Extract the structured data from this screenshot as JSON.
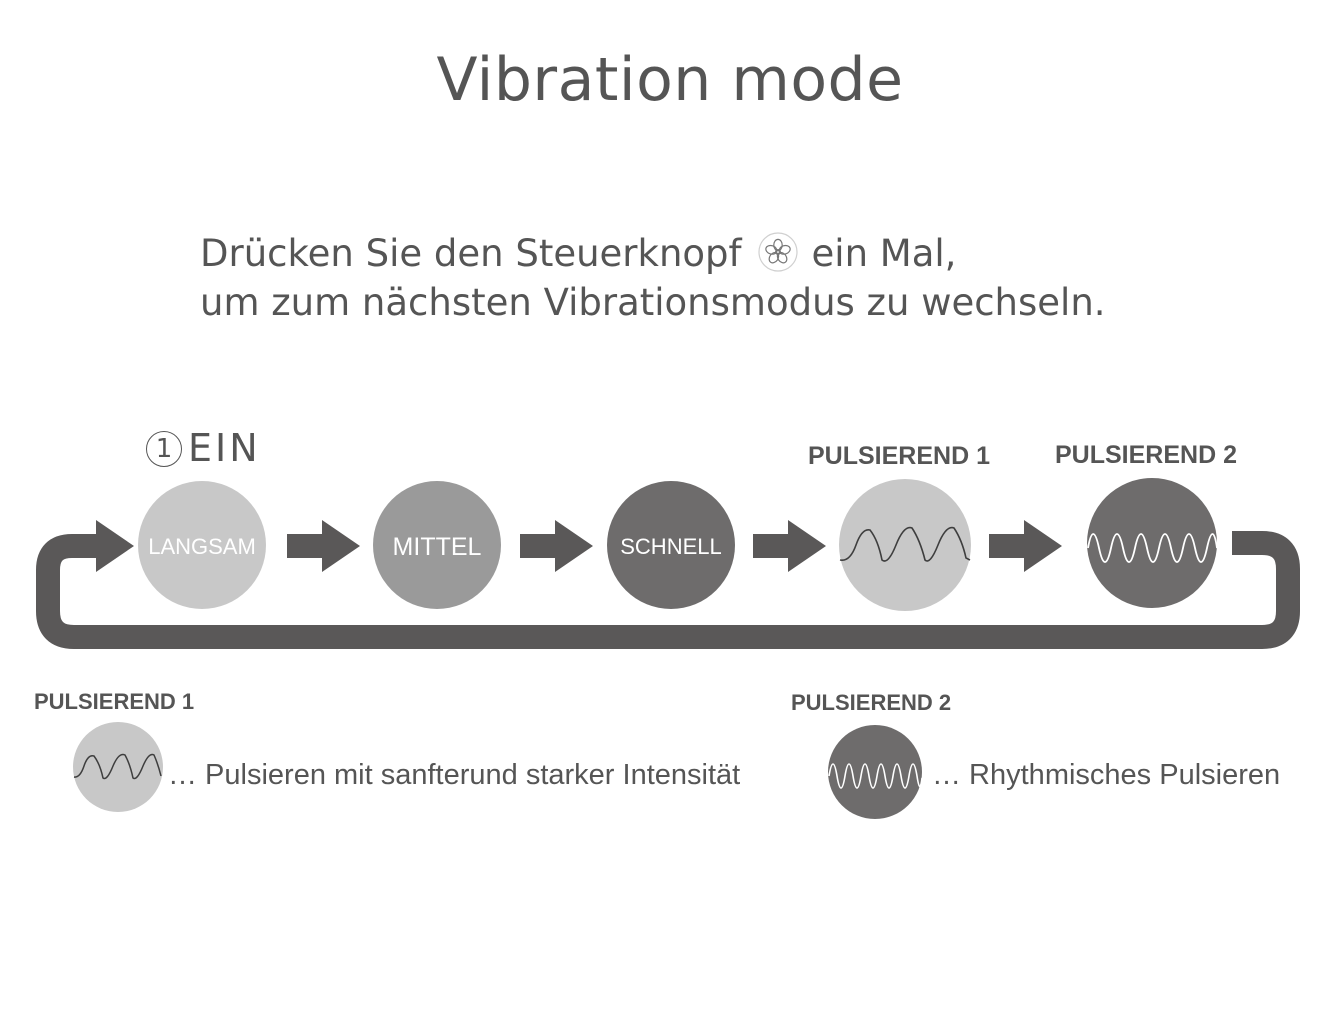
{
  "title": "Vibration mode",
  "instruction": {
    "line1_before": "Drücken Sie den Steuerknopf",
    "line1_after": "ein Mal,",
    "line2": "um zum nächsten Vibrationsmodus zu wechseln.",
    "button_icon": "flower-button-icon"
  },
  "start_label": {
    "number": "1",
    "text": "EIN"
  },
  "modes": [
    {
      "label": "LANGSAM",
      "color": "#c8c8c8"
    },
    {
      "label": "MITTEL",
      "color": "#9a9a9a"
    },
    {
      "label": "SCHNELL",
      "color": "#6e6c6c"
    },
    {
      "label": "PULSIEREND 1",
      "color": "#c8c8c8",
      "icon": "sawtooth-wave-icon"
    },
    {
      "label": "PULSIEREND 2",
      "color": "#6e6c6c",
      "icon": "sine-wave-icon"
    }
  ],
  "legend": [
    {
      "label": "PULSIEREND 1",
      "description": "… Pulsieren mit sanfterund starker Intensität",
      "color": "#c8c8c8",
      "icon": "sawtooth-wave-icon"
    },
    {
      "label": "PULSIEREND 2",
      "description": "… Rhythmisches Pulsieren",
      "color": "#6e6c6c",
      "icon": "sine-wave-icon"
    }
  ],
  "colors": {
    "arrow": "#5a5858",
    "text": "#555555"
  }
}
